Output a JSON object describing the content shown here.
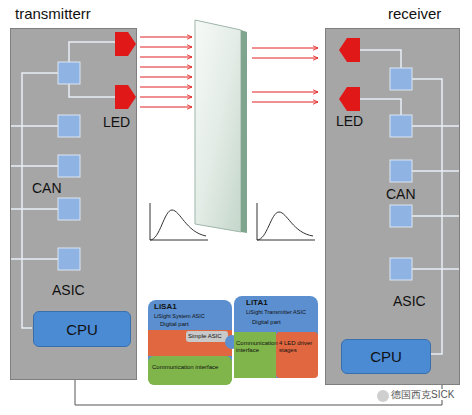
{
  "diagram": {
    "nodes": [
      {
        "text": [
          "transmitterr"
        ]
      },
      {
        "text": [
          "CPU"
        ],
        "in": 0
      },
      {
        "text": [
          "receiver"
        ]
      },
      {
        "text": [
          "CPU"
        ],
        "in": 2
      }
    ],
    "edges": [
      {
        "from": 0,
        "to": 2,
        "arrow": "none"
      }
    ],
    "labels": [
      "LED",
      "CAN",
      "ASIC",
      "LED",
      "CAN",
      "ASIC",
      "LiSA1",
      "LiSight System ASIC",
      "Digital part",
      "Simple ASIC",
      "Communication interface",
      "LiTA1",
      "LiSight Transmitter ASIC",
      "Digital part",
      "Communication interface",
      "4 LED driver stages",
      "德国西克SICK"
    ]
  }
}
